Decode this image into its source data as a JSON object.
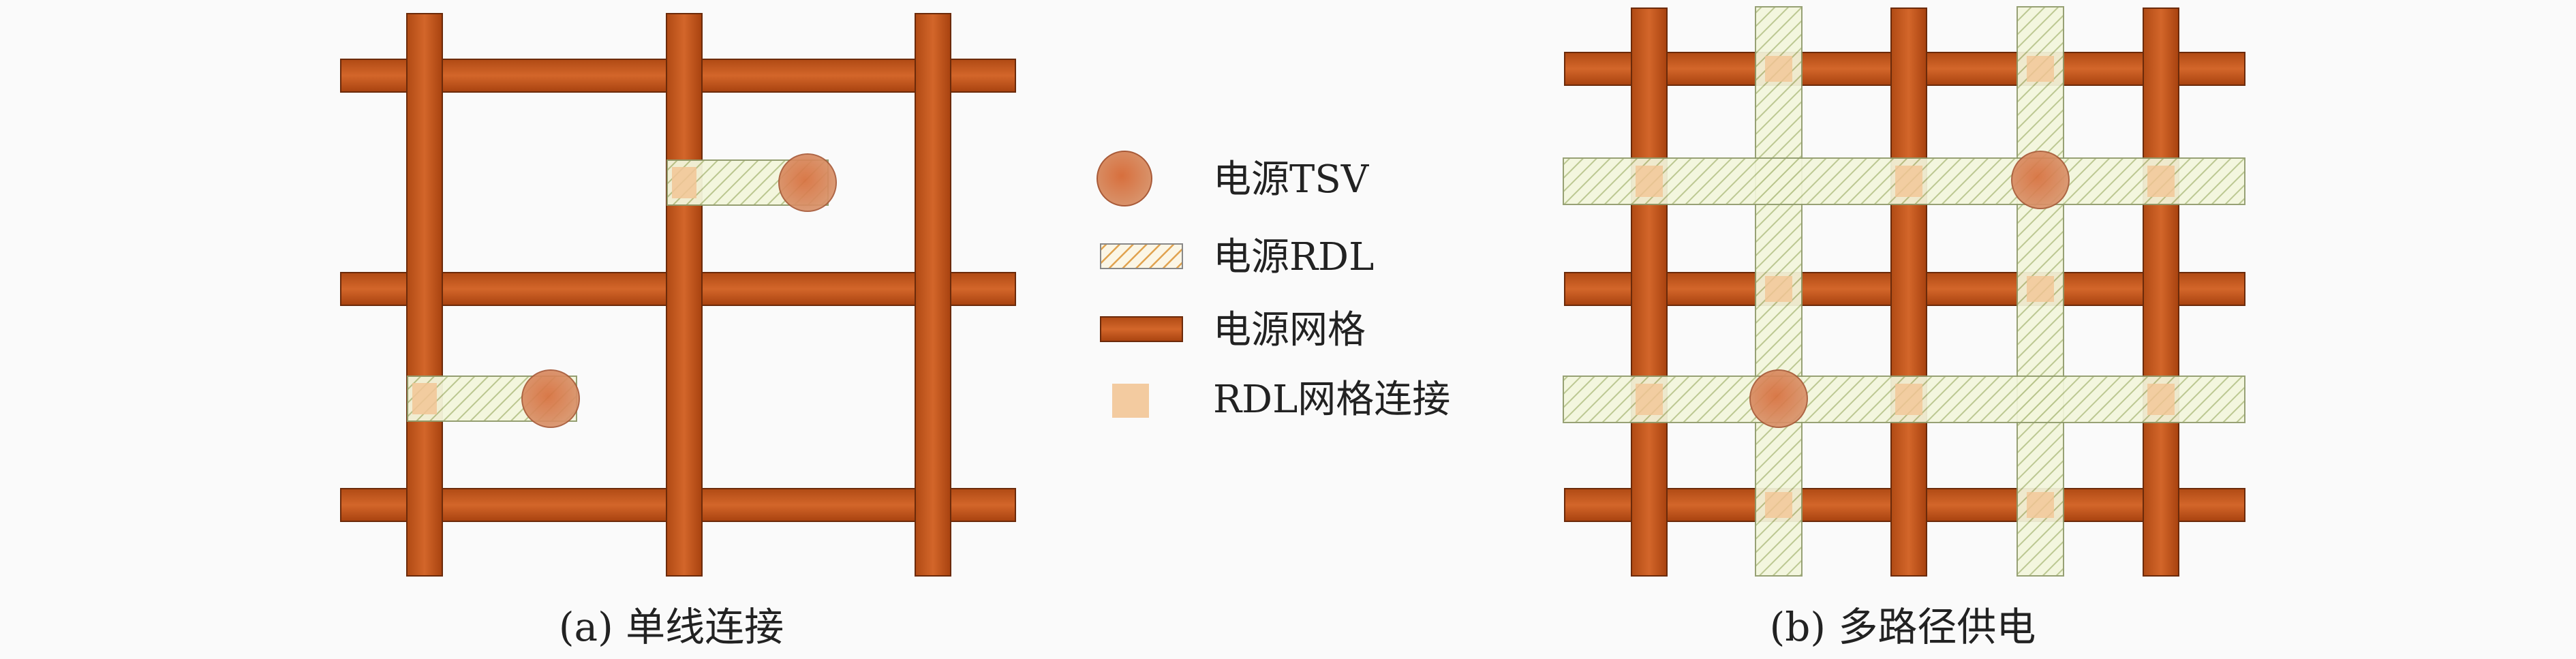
{
  "colors": {
    "grid_fill": "#c8581c",
    "grid_stroke": "#6b2a0a",
    "grid_highlight": "#e07a3c",
    "rdl_fill": "#f3f6dc",
    "rdl_hatch": "#b7c48a",
    "rdl_stroke": "#8f9a6a",
    "tsv_fill": "#d9845b",
    "tsv_stroke": "#a85a38",
    "connection_fill": "#f2c596",
    "background": "#fafafa"
  },
  "panel_a": {
    "caption": "(a) 单线连接"
  },
  "panel_b": {
    "caption": "(b) 多路径供电"
  },
  "legend": {
    "items": [
      {
        "icon": "tsv-icon",
        "label": "电源TSV"
      },
      {
        "icon": "rdl-icon",
        "label": "电源RDL"
      },
      {
        "icon": "grid-icon",
        "label": "电源网格"
      },
      {
        "icon": "connection-icon",
        "label": "RDL网格连接"
      }
    ]
  }
}
